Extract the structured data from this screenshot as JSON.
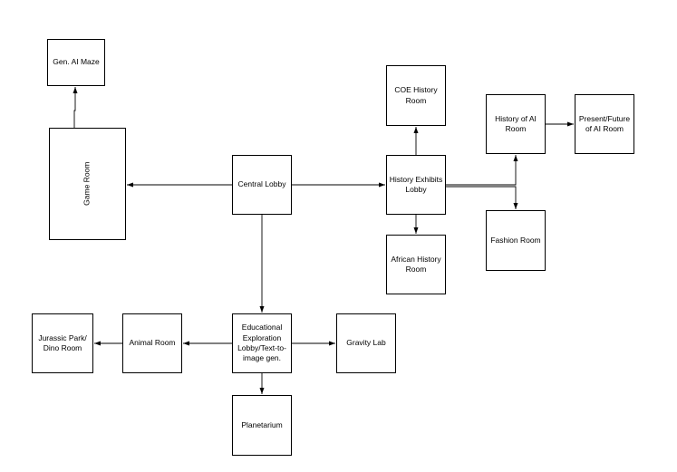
{
  "diagram": {
    "nodes": {
      "gen_ai_maze": "Gen. AI Maze",
      "game_room": "Game Room",
      "central_lobby": "Central Lobby",
      "coe_history_room": "COE History\nRoom",
      "history_exhibits_lobby": "History Exhibits\nLobby",
      "african_history_room": "African History\nRoom",
      "history_of_ai_room": "History of AI\nRoom",
      "present_future_ai_room": "Present/Future\nof AI Room",
      "fashion_room": "Fashion Room",
      "educational_exploration_lobby": "Educational\nExploration\nLobby/Text-to-\nimage gen.",
      "animal_room": "Animal Room",
      "jurassic_park_dino_room": "Jurassic Park/\nDino Room",
      "gravity_lab": "Gravity Lab",
      "planetarium": "Planetarium"
    },
    "edges": [
      {
        "from": "game_room",
        "to": "gen_ai_maze"
      },
      {
        "from": "central_lobby",
        "to": "game_room"
      },
      {
        "from": "central_lobby",
        "to": "history_exhibits_lobby"
      },
      {
        "from": "central_lobby",
        "to": "educational_exploration_lobby"
      },
      {
        "from": "history_exhibits_lobby",
        "to": "coe_history_room"
      },
      {
        "from": "history_exhibits_lobby",
        "to": "african_history_room"
      },
      {
        "from": "history_exhibits_lobby",
        "to": "history_of_ai_room"
      },
      {
        "from": "history_exhibits_lobby",
        "to": "fashion_room"
      },
      {
        "from": "history_of_ai_room",
        "to": "present_future_ai_room"
      },
      {
        "from": "educational_exploration_lobby",
        "to": "animal_room"
      },
      {
        "from": "animal_room",
        "to": "jurassic_park_dino_room"
      },
      {
        "from": "educational_exploration_lobby",
        "to": "gravity_lab"
      },
      {
        "from": "educational_exploration_lobby",
        "to": "planetarium"
      }
    ]
  }
}
